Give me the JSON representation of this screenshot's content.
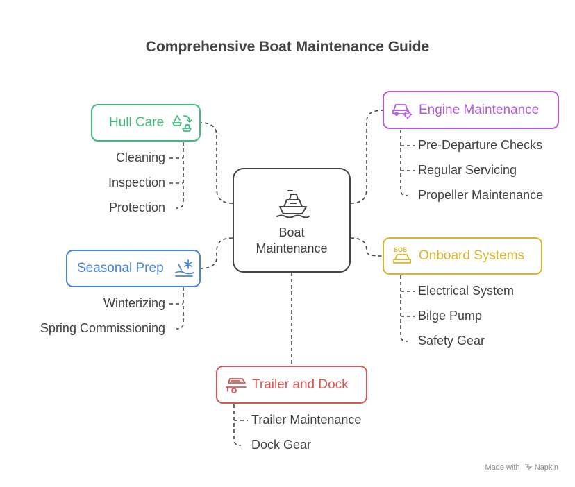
{
  "title": "Comprehensive Boat Maintenance Guide",
  "center": {
    "line1": "Boat",
    "line2": "Maintenance",
    "icon": "boat-icon"
  },
  "branches": {
    "hull": {
      "label": "Hull Care",
      "color": "#3dbd7d",
      "icon": "recycle-boat-icon",
      "items": [
        "Cleaning",
        "Inspection",
        "Protection"
      ]
    },
    "engine": {
      "label": "Engine Maintenance",
      "color": "#b45bd6",
      "icon": "car-gear-icon",
      "items": [
        "Pre-Departure Checks",
        "Regular Servicing",
        "Propeller Maintenance"
      ]
    },
    "seasonal": {
      "label": "Seasonal Prep",
      "color": "#4a84d6",
      "icon": "snowflake-wave-icon",
      "items": [
        "Winterizing",
        "Spring Commissioning"
      ]
    },
    "onboard": {
      "label": "Onboard Systems",
      "color": "#d8b52a",
      "icon": "sos-car-icon",
      "items": [
        "Electrical System",
        "Bilge Pump",
        "Safety Gear"
      ]
    },
    "trailer": {
      "label": "Trailer and Dock",
      "color": "#dd5656",
      "icon": "boat-trailer-icon",
      "items": [
        "Trailer Maintenance",
        "Dock Gear"
      ]
    }
  },
  "footer": {
    "made_with": "Made with",
    "brand": "Napkin"
  }
}
